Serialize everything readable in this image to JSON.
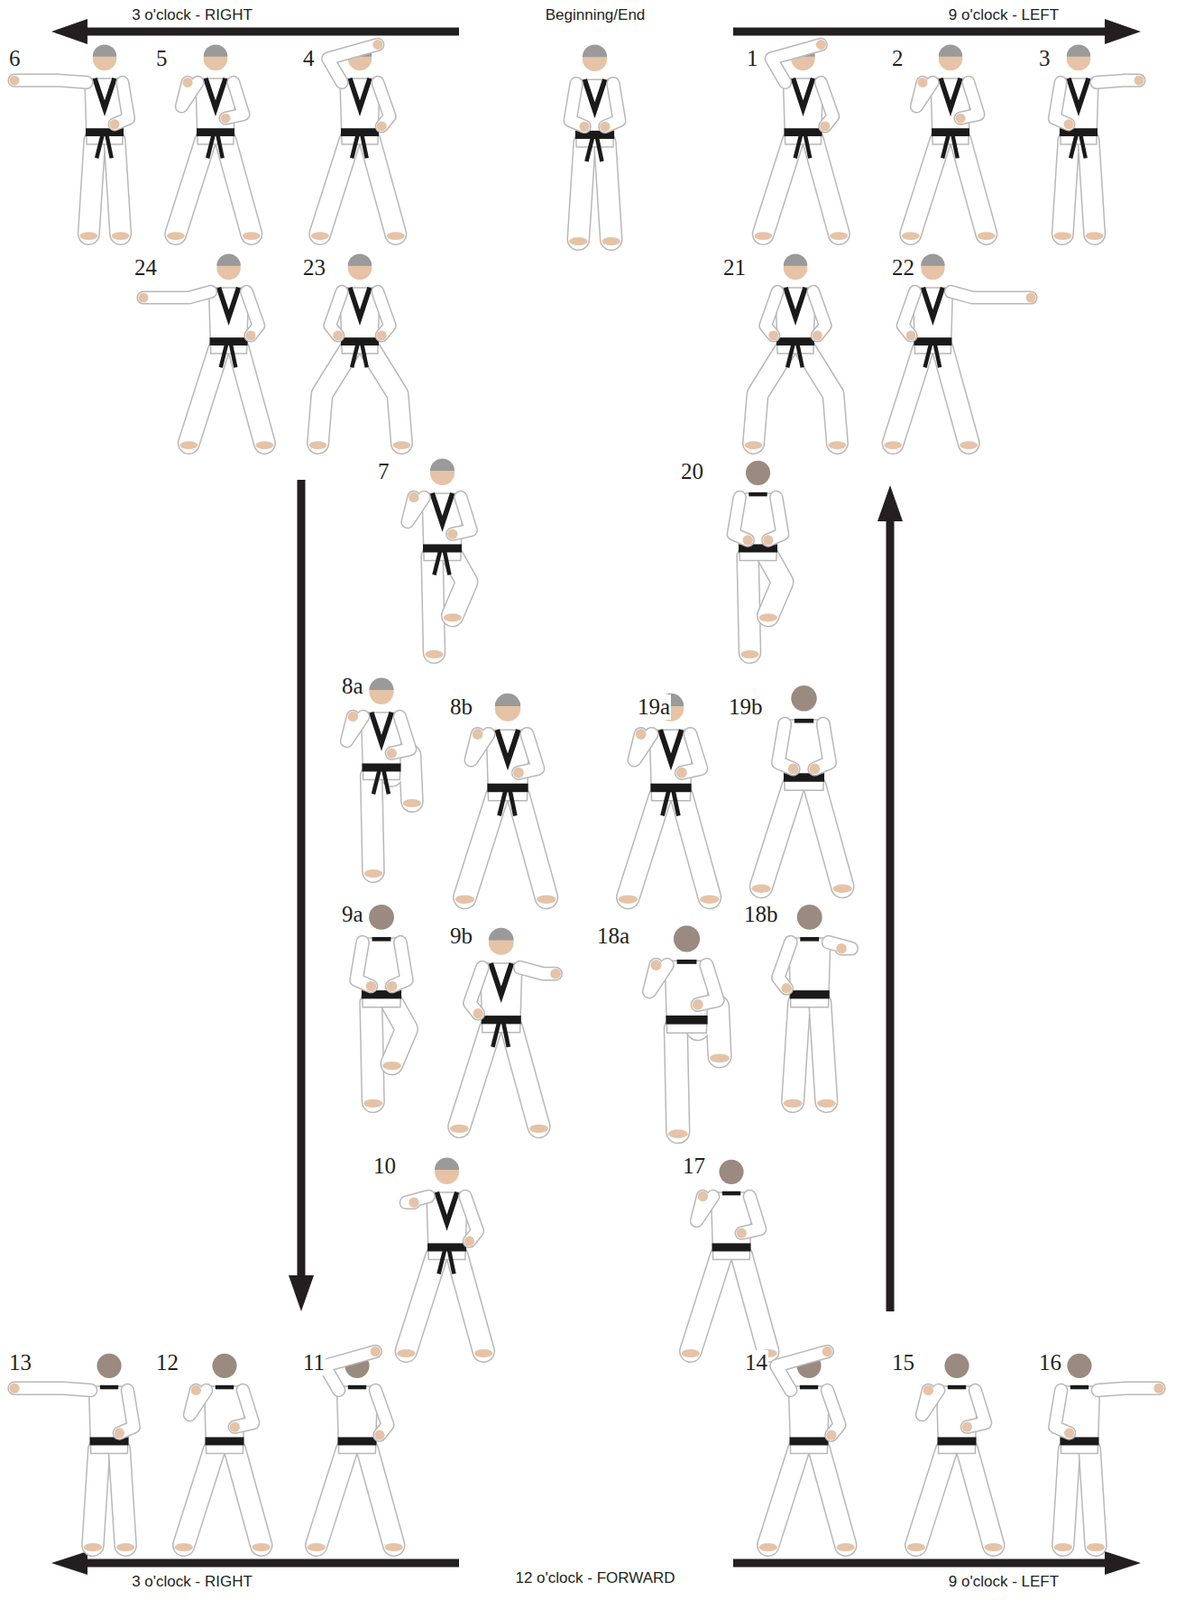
{
  "diagram": {
    "labels": [
      "3 o'clock - RIGHT",
      "Beginning/End",
      "9 o'clock - LEFT",
      "6",
      "5",
      "4",
      "1",
      "2",
      "3",
      "24",
      "23",
      "21",
      "22",
      "7",
      "20",
      "8a",
      "8b",
      "19a",
      "19b",
      "9a",
      "9b",
      "18a",
      "18b",
      "10",
      "17",
      "13",
      "12",
      "11",
      "14",
      "15",
      "16",
      "3 o'clock - RIGHT",
      "12 o'clock - FORWARD",
      "9 o'clock - LEFT"
    ]
  }
}
